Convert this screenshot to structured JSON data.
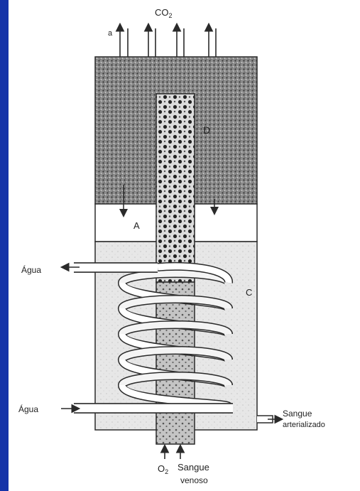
{
  "labels": {
    "co2": "CO",
    "co2_sub": "2",
    "a_small": "a",
    "A": "A",
    "C": "C",
    "D": "D",
    "agua_top": "Água",
    "agua_bottom": "Água",
    "sangue_arterial_line1": "Sangue",
    "sangue_arterial_line2": "arterializado",
    "o2": "O",
    "o2_sub": "2",
    "sangue_venoso_line1": "Sangue",
    "sangue_venoso_line2": "venoso"
  },
  "colors": {
    "background": "#1533a8",
    "panel": "#ffffff",
    "stipple_dark": "#7a7a7a",
    "liquid": "#e7e7e7",
    "outline": "#2a2a2a"
  }
}
